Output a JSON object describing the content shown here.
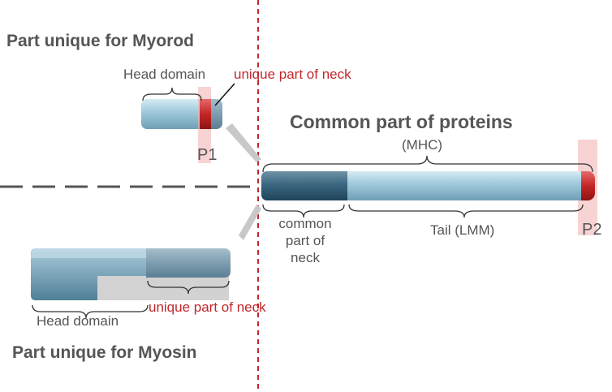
{
  "myorod": {
    "title": "Part unique for Myorod",
    "head_domain": "Head domain",
    "unique_neck": "unique part of neck",
    "marker": "P1"
  },
  "common": {
    "title": "Common part of proteins",
    "mhc": "(MHC)",
    "neck_line1": "common",
    "neck_line2": "part of",
    "neck_line3": "neck",
    "tail": "Tail (LMM)",
    "marker": "P2"
  },
  "myosin": {
    "title": "Part unique for Myosin",
    "head_domain": "Head domain",
    "unique_neck": "unique part of neck"
  },
  "colors": {
    "accent_red": "#c0282b",
    "rod_light": "#a9cfdf",
    "rod_dark": "#2e5a72",
    "text_gray": "#555555"
  }
}
